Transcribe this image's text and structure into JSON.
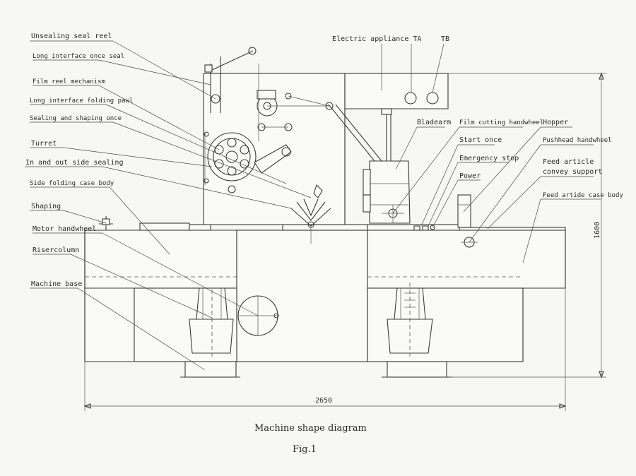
{
  "labels": {
    "unsealing_seal_reel": "Unsealing seal reel",
    "long_interface_once_seal": "Long interface once seal",
    "film_reel_mechanism": "Film reel mechanism",
    "long_interface_folding_pawl": "Long interface folding pawl",
    "sealing_and_shaping_once": "Sealing and shaping once",
    "turret": "Turret",
    "in_and_out_side_sealing": "In and out side sealing",
    "side_folding_case_body": "Side folding case body",
    "shaping": "Shaping",
    "motor_handwheel": "Motor handwheel",
    "risercolumn": "Risercolumn",
    "machine_base": "Machine base",
    "electric_appliance_ta": "Electric appliance  TA",
    "tb": "TB",
    "bladearm": "Bladearm",
    "film_cutting_handwheel": "Film cutting handwheel",
    "start_once": "Start once",
    "emergency_stop": "Emergency stop",
    "power": "Power",
    "hopper": "Hopper",
    "pushhead_handwheel": "Pushhead handwheel",
    "feed_article_convey_support_1": "Feed article",
    "feed_article_convey_support_2": "convey support",
    "feed_artide_case_body": "Feed artide case body"
  },
  "dimensions": {
    "width": "2650",
    "height": "1600"
  },
  "caption": {
    "title": "Machine shape diagram",
    "fig": "Fig.1"
  }
}
